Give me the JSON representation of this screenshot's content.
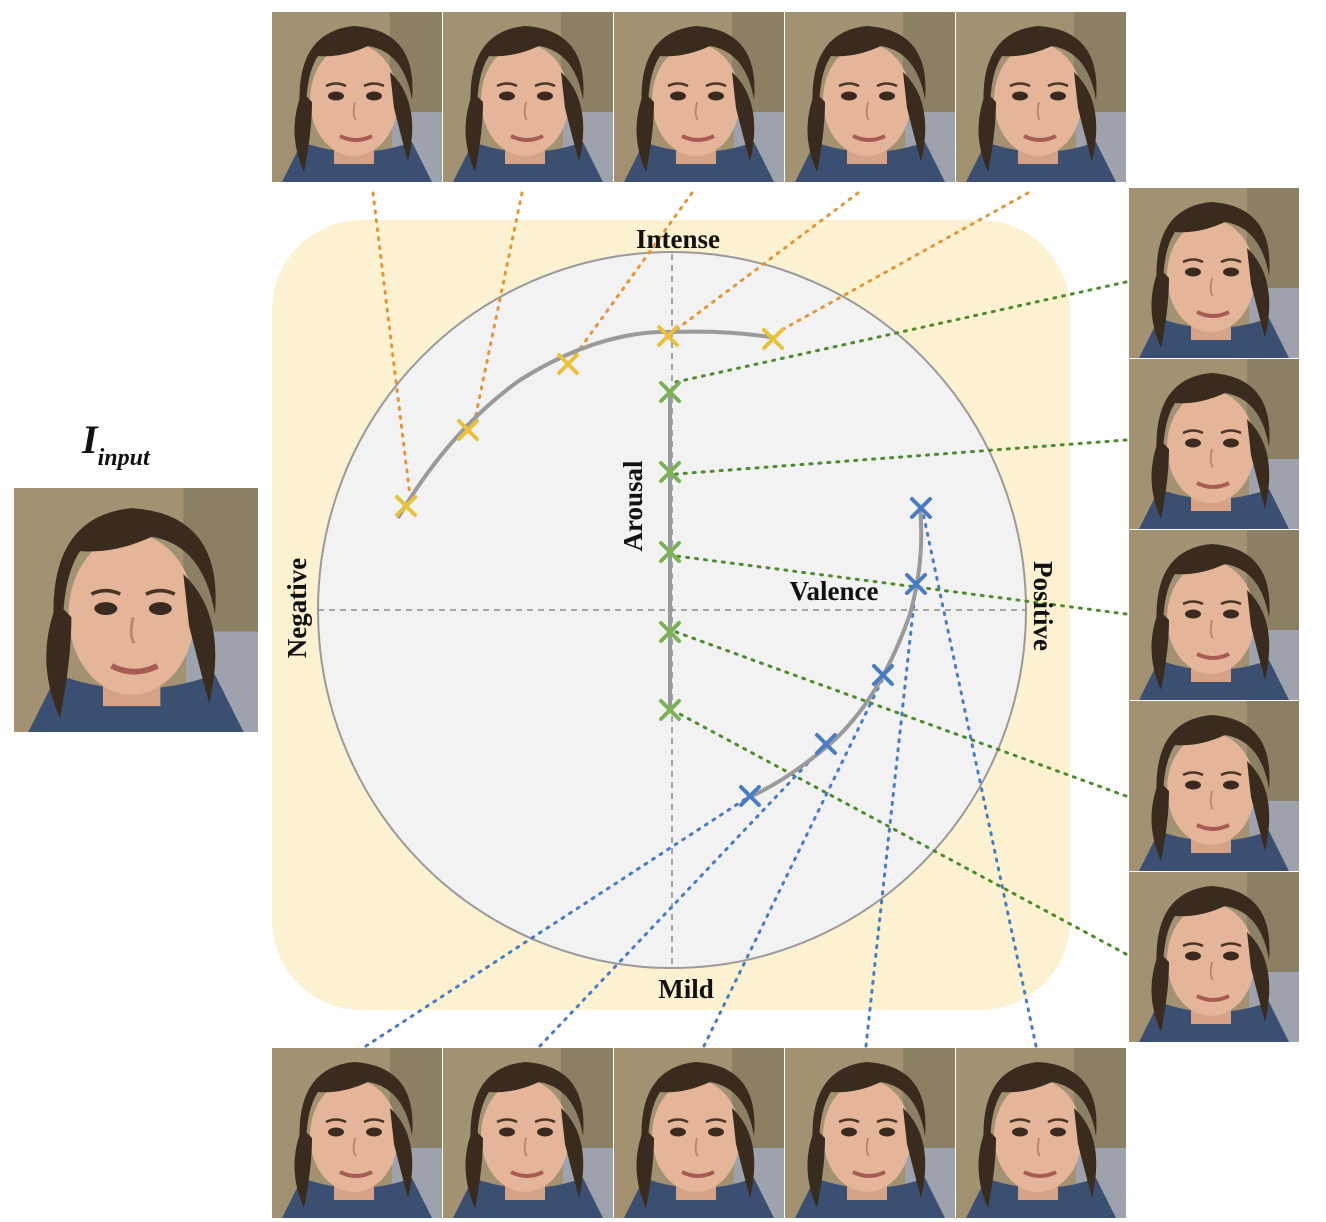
{
  "input": {
    "label_main": "I",
    "label_sub": "input"
  },
  "axes": {
    "top": "Intense",
    "bottom": "Mild",
    "left": "Negative",
    "right": "Positive",
    "vertical": "Arousal",
    "horizontal": "Valence"
  },
  "colors": {
    "panel_bg": "#fcf1d0",
    "circle_fill": "#f2f2f2",
    "circle_stroke": "#9a9a9a",
    "curve": "#9a9a9a",
    "orange_lines": "#e3963a",
    "yellow_marks": "#e8c23c",
    "green": "#4e8a2e",
    "green_marks": "#7bb055",
    "blue": "#4a7cc4",
    "blue_marks": "#4a7cc4"
  },
  "series": {
    "top_row_count": 5,
    "right_column_count": 5,
    "bottom_row_count": 5
  }
}
